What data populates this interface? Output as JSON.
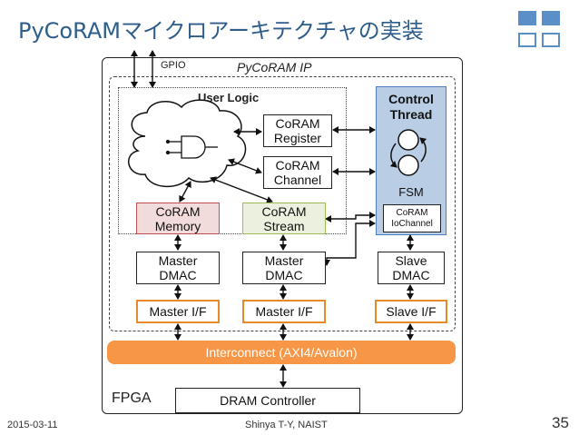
{
  "slide": {
    "title": "PyCoRAMマイクロアーキテクチャの実装",
    "date": "2015-03-11",
    "author": "Shinya T-Y, NAIST",
    "page_number": "35"
  },
  "diagram": {
    "fpga_label": "FPGA",
    "gpio_label": "GPIO",
    "pycoram_ip_label": "PyCoRAM IP",
    "user_logic_label": "User Logic",
    "control_thread_label": "Control\nThread",
    "fsm_label": "FSM",
    "coram_register": "CoRAM\nRegister",
    "coram_channel": "CoRAM\nChannel",
    "coram_memory": "CoRAM\nMemory",
    "coram_stream": "CoRAM\nStream",
    "coram_iochannel": "CoRAM\nIoChannel",
    "master_dmac_1": "Master\nDMAC",
    "master_dmac_2": "Master\nDMAC",
    "slave_dmac": "Slave\nDMAC",
    "master_if_1": "Master I/F",
    "master_if_2": "Master I/F",
    "slave_if": "Slave I/F",
    "interconnect": "Interconnect (AXI4/Avalon)",
    "dram_controller": "DRAM Controller"
  },
  "colors": {
    "title_blue": "#2e5d8c",
    "memory_fill": "#f2dcdb",
    "memory_border": "#c0504d",
    "stream_fill": "#ebf1de",
    "stream_border": "#9bbb59",
    "control_fill": "#b9cde5",
    "control_border": "#4f81bd",
    "orange": "#f79646"
  }
}
